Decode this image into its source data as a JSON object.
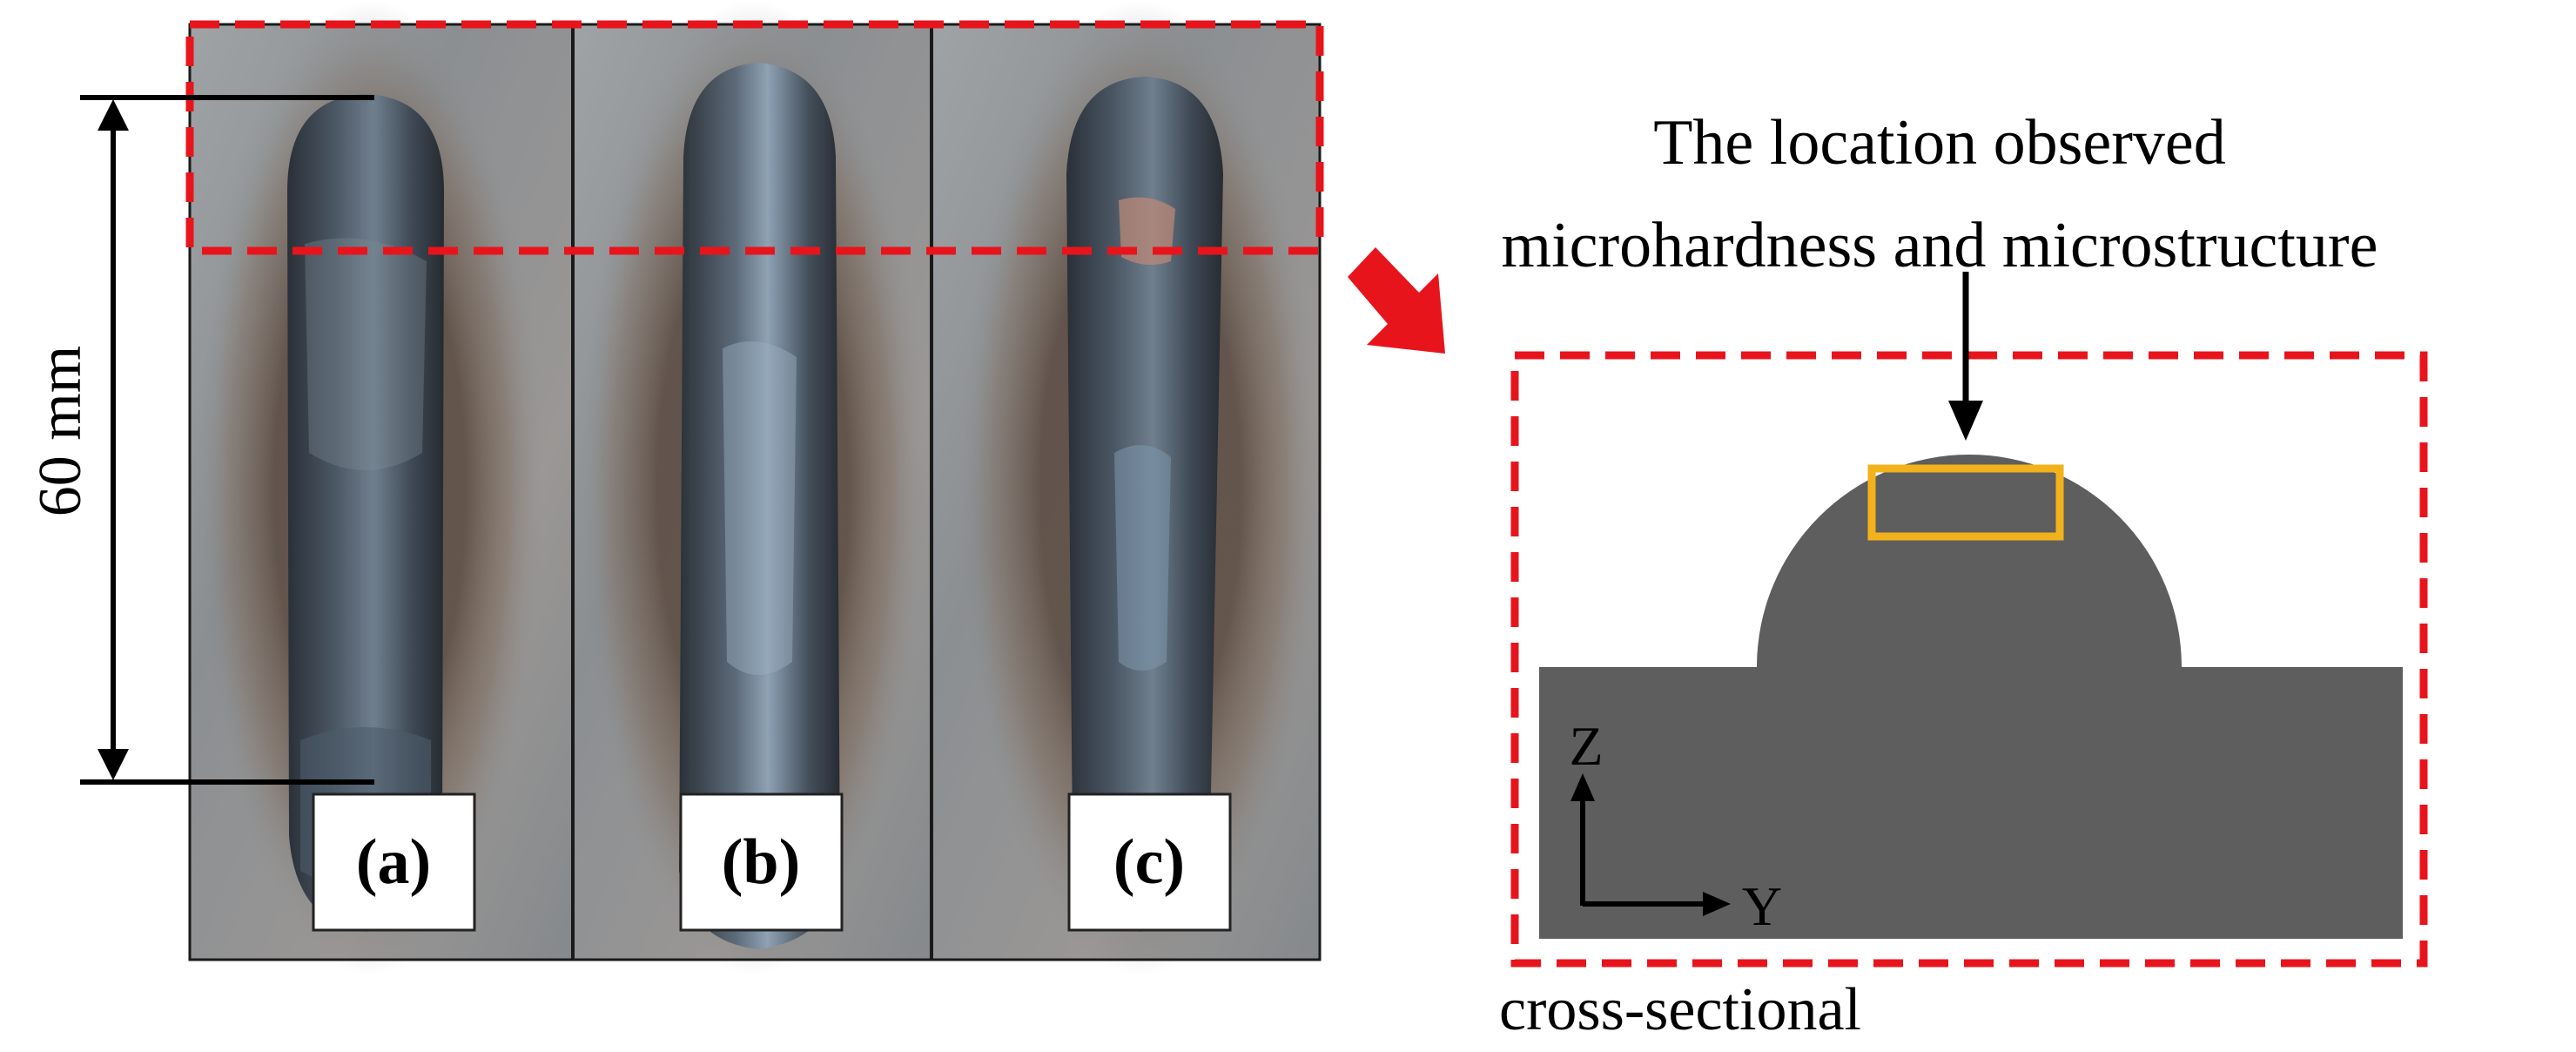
{
  "figure": {
    "dimension": {
      "value": 60,
      "unit": "mm",
      "label": "60 mm"
    },
    "panels": [
      {
        "id": "a",
        "label": "(a)"
      },
      {
        "id": "b",
        "label": "(b)"
      },
      {
        "id": "c",
        "label": "(c)"
      }
    ],
    "annotation": {
      "line1": "The location observed",
      "line2": "microhardness and microstructure"
    },
    "axes": {
      "vertical": "Z",
      "horizontal": "Y"
    },
    "caption": "cross-sectional",
    "colors": {
      "highlight_box": "#e8141c",
      "observation_box": "#f2b21c",
      "cross_section": "#5e5e5f",
      "arrow": "#e8141c",
      "plate": "#8a8f92",
      "bead": "#3c4652"
    }
  }
}
